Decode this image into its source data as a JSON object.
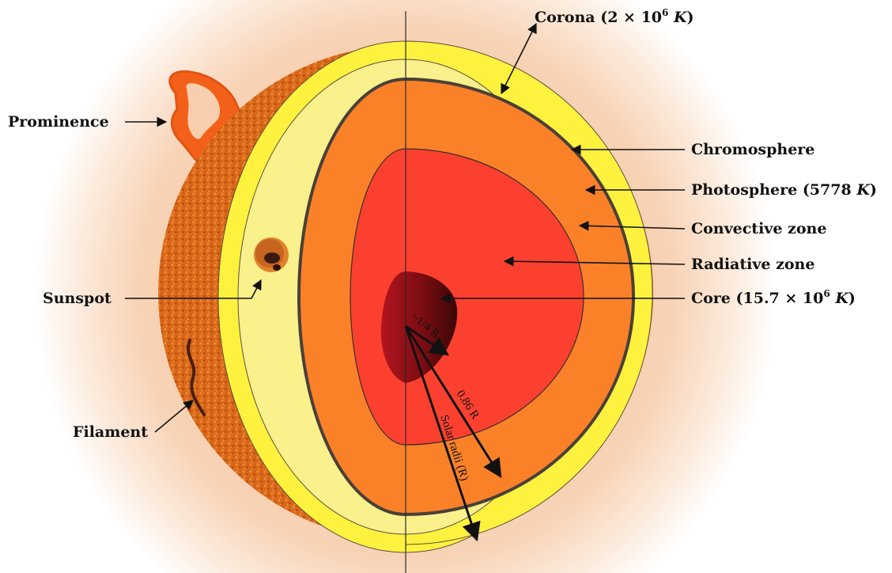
{
  "labels": {
    "corona": "Corona (2 × 10",
    "corona_exp": "6",
    "corona_unit": "K",
    "corona_close": ")",
    "chromosphere": "Chromosphere",
    "photosphere": "Photosphere (5778 ",
    "photosphere_unit": "K",
    "photosphere_close": ")",
    "convective_zone": "Convective zone",
    "radiative_zone": "Radiative zone",
    "core": "Core (15.7 × 10",
    "core_exp": "6",
    "core_unit": "K",
    "core_close": ")",
    "prominence": "Prominence",
    "sunspot": "Sunspot",
    "filament": "Filament"
  },
  "radii": {
    "core": "~1/4 R",
    "radiative": "0.86 R",
    "solar": "Solar radii (R)"
  },
  "colors": {
    "glow": "#f6c9a8",
    "granulation": "#d9681a",
    "chromosphere_ring": "#fff23e",
    "photosphere_face": "#faf08c",
    "convective": "#fb8129",
    "radiative": "#fc4030",
    "core_light": "#b4141e",
    "core_dark": "#3a0606",
    "prominence": "#f2601a"
  }
}
